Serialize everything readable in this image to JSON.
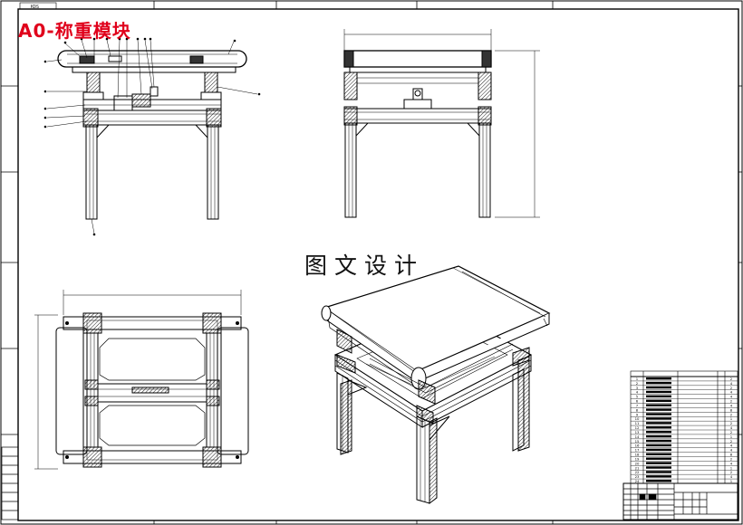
{
  "drawing": {
    "title": "A0-称重模块",
    "watermark": "图文设计",
    "corner_tag": "KDS"
  },
  "parts_list": {
    "rows": [
      {
        "no": "1",
        "name": "",
        "qty": "2"
      },
      {
        "no": "2",
        "name": "",
        "qty": "4"
      },
      {
        "no": "3",
        "name": "",
        "qty": "2"
      },
      {
        "no": "4",
        "name": "",
        "qty": "4"
      },
      {
        "no": "5",
        "name": "",
        "qty": "4"
      },
      {
        "no": "6",
        "name": "",
        "qty": "2"
      },
      {
        "no": "7",
        "name": "",
        "qty": "4"
      },
      {
        "no": "8",
        "name": "",
        "qty": "8"
      },
      {
        "no": "9",
        "name": "",
        "qty": "2"
      },
      {
        "no": "10",
        "name": "",
        "qty": "1"
      },
      {
        "no": "11",
        "name": "",
        "qty": "2"
      },
      {
        "no": "12",
        "name": "",
        "qty": "4"
      },
      {
        "no": "13",
        "name": "",
        "qty": "2"
      },
      {
        "no": "14",
        "name": "",
        "qty": "1"
      },
      {
        "no": "15",
        "name": "",
        "qty": "2"
      },
      {
        "no": "16",
        "name": "",
        "qty": "4"
      },
      {
        "no": "17",
        "name": "",
        "qty": "4"
      },
      {
        "no": "18",
        "name": "",
        "qty": "8"
      },
      {
        "no": "19",
        "name": "",
        "qty": "2"
      },
      {
        "no": "20",
        "name": "",
        "qty": "4"
      },
      {
        "no": "21",
        "name": "",
        "qty": "1"
      },
      {
        "no": "22",
        "name": "",
        "qty": "2"
      },
      {
        "no": "23",
        "name": "",
        "qty": "4"
      },
      {
        "no": "24",
        "name": "",
        "qty": "1"
      }
    ]
  }
}
